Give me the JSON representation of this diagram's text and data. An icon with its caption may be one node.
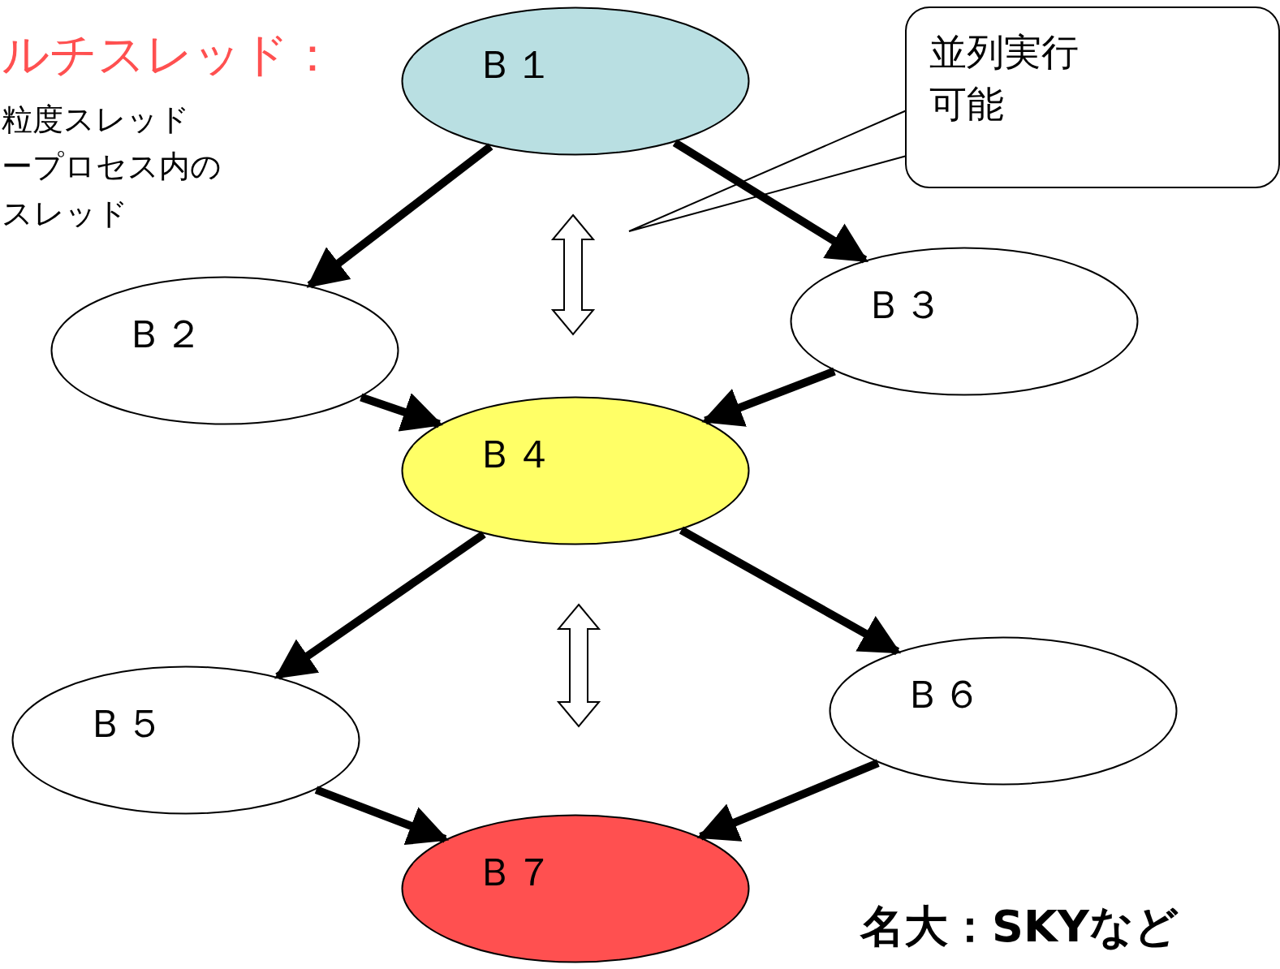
{
  "diagram": {
    "nodes": [
      {
        "text": [
          "Ｂ１"
        ]
      },
      {
        "text": [
          "Ｂ２"
        ]
      },
      {
        "text": [
          "Ｂ３"
        ]
      },
      {
        "text": [
          "Ｂ４"
        ]
      },
      {
        "text": [
          "Ｂ５"
        ]
      },
      {
        "text": [
          "Ｂ６"
        ]
      },
      {
        "text": [
          "Ｂ７"
        ]
      },
      {
        "text": [
          "並列実行可能"
        ]
      }
    ],
    "edges": [
      {
        "from": 0,
        "to": 1,
        "arrow": "to"
      },
      {
        "from": 0,
        "to": 2,
        "arrow": "to"
      },
      {
        "from": 1,
        "to": 3,
        "arrow": "to"
      },
      {
        "from": 2,
        "to": 3,
        "arrow": "to"
      },
      {
        "from": 3,
        "to": 4,
        "arrow": "to"
      },
      {
        "from": 3,
        "to": 5,
        "arrow": "to"
      },
      {
        "from": 4,
        "to": 6,
        "arrow": "to"
      },
      {
        "from": 5,
        "to": 6,
        "arrow": "to"
      }
    ],
    "labels": [
      "ルチスレッド：",
      "粒度スレッド",
      "ープロセス内の",
      "スレッド",
      "名大：SKYなど"
    ]
  }
}
